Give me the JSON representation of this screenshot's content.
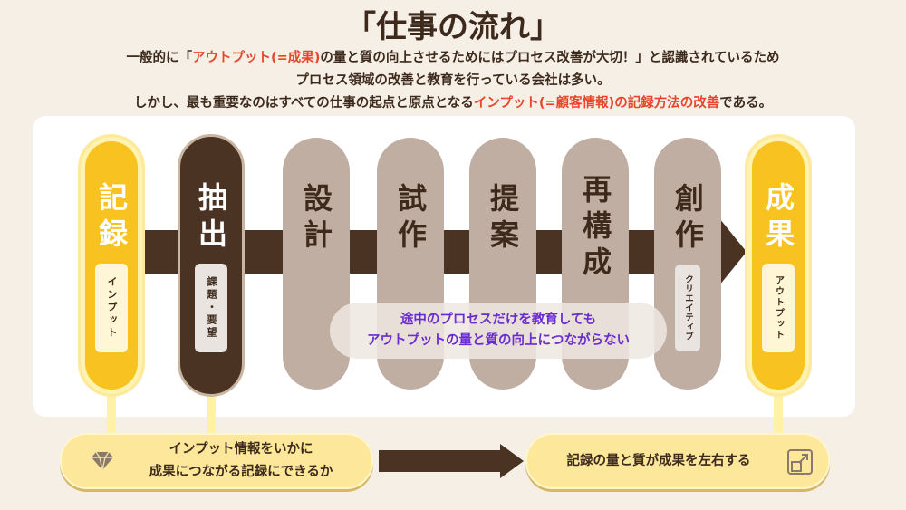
{
  "title": "「仕事の流れ」",
  "intro": {
    "line1_pre": "一般的に「",
    "line1_hl": "アウトプット(=成果)",
    "line1_post": "の量と質の向上させるためにはプロセス改善が大切！」と認識されているため",
    "line2": "プロセス領域の改善と教育を行っている会社は多い。",
    "line3_pre": "しかし、最も重要なのはすべての仕事の起点と原点となる",
    "line3_hl": "インプット(=顧客情報)の記録方法の改善",
    "line3_post": "である。"
  },
  "steps": [
    {
      "label": "記録",
      "sub": "インプット",
      "style": "yellow"
    },
    {
      "label": "抽出",
      "sub": "課題・要望",
      "style": "dark"
    },
    {
      "label": "設計",
      "sub": "",
      "style": "gray"
    },
    {
      "label": "試作",
      "sub": "",
      "style": "gray"
    },
    {
      "label": "提案",
      "sub": "",
      "style": "gray"
    },
    {
      "label": "再構成",
      "sub": "",
      "style": "gray"
    },
    {
      "label": "創作",
      "sub": "クリエイティブ",
      "style": "gray"
    },
    {
      "label": "成果",
      "sub": "アウトプット",
      "style": "yellow"
    }
  ],
  "note": {
    "line1": "途中のプロセスだけを教育しても",
    "line2": "アウトプットの量と質の向上につながらない"
  },
  "bottom_left": {
    "line1": "インプット情報をいかに",
    "line2": "成果につながる記録にできるか",
    "icon": "diamond-icon"
  },
  "bottom_right": {
    "text": "記録の量と質が成果を左右する",
    "icon": "expand-icon"
  },
  "colors": {
    "background": "#f5efe6",
    "accent_yellow": "#f8c320",
    "dark_brown": "#4a3322",
    "gray": "#bfaea1",
    "highlight_red": "#e8452c",
    "note_purple": "#6a2ccf"
  }
}
